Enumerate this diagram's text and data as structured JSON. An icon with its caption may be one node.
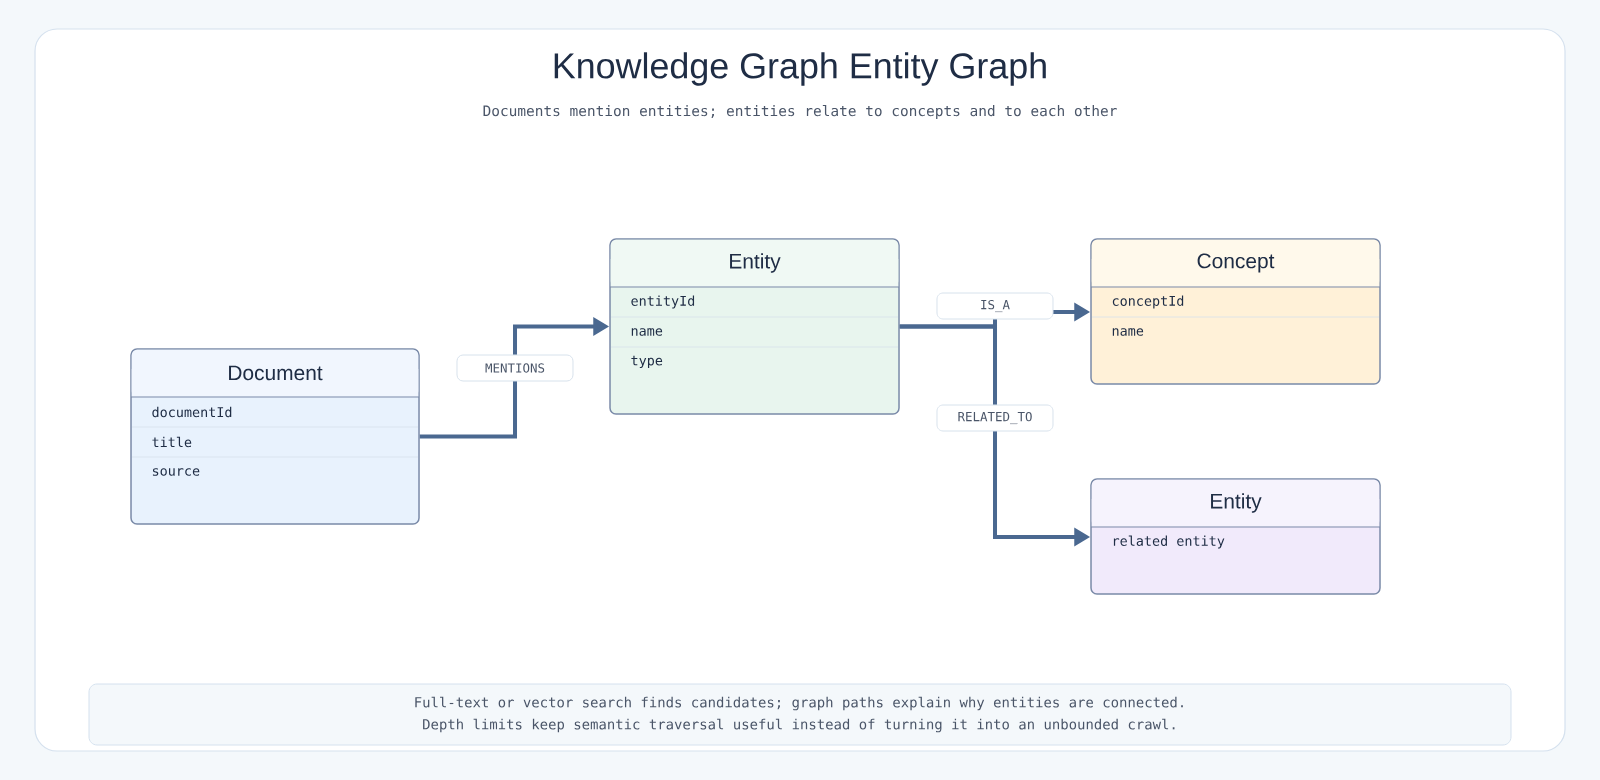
{
  "diagram": {
    "title": "Knowledge Graph Entity Graph",
    "caption": "Documents mention entities; entities relate to concepts and to each other",
    "nodes": [
      {
        "text": [
          "Document",
          "documentId",
          "title",
          "source"
        ]
      },
      {
        "text": [
          "Entity",
          "entityId",
          "name",
          "type"
        ]
      },
      {
        "text": [
          "Concept",
          "conceptId",
          "name"
        ]
      },
      {
        "text": [
          "Entity",
          "related entity"
        ]
      },
      {
        "text": [
          "Full-text or vector search finds candidates; graph paths explain why entities are connected.",
          "Depth limits keep semantic traversal useful instead of turning it into an unbounded crawl."
        ]
      }
    ],
    "edges": [
      {
        "from": 0,
        "to": 1,
        "arrow": "to",
        "label": "MENTIONS"
      },
      {
        "from": 1,
        "to": 2,
        "arrow": "to",
        "label": "IS_A"
      },
      {
        "from": 1,
        "to": 3,
        "arrow": "to",
        "label": "RELATED_TO"
      }
    ]
  }
}
